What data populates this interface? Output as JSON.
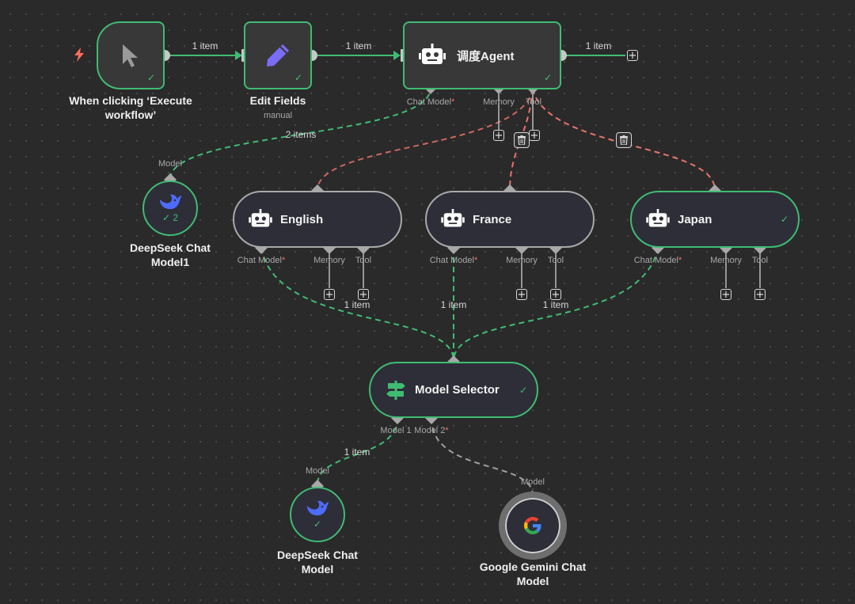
{
  "nodes": {
    "trigger": {
      "label": "When clicking ‘Execute workflow’",
      "line1": "When clicking ‘Execute",
      "line2": "workflow’",
      "icon": "cursor-arrow-icon"
    },
    "edit_fields": {
      "label": "Edit Fields",
      "subtitle": "manual",
      "icon": "pencil-icon"
    },
    "dispatch_agent": {
      "label": "调度Agent",
      "icon": "robot-icon",
      "ports": {
        "chat_model": "Chat Model",
        "memory": "Memory",
        "tool": "Tool"
      }
    },
    "deepseek1": {
      "label": "DeepSeek Chat Model1",
      "line1": "DeepSeek Chat",
      "line2": "Model1",
      "port": "Model",
      "run_count": "2",
      "icon": "deepseek-whale-icon"
    },
    "english": {
      "label": "English",
      "icon": "robot-icon",
      "ports": {
        "chat_model": "Chat Model",
        "memory": "Memory",
        "tool": "Tool"
      }
    },
    "france": {
      "label": "France",
      "icon": "robot-icon",
      "ports": {
        "chat_model": "Chat Model",
        "memory": "Memory",
        "tool": "Tool"
      }
    },
    "japan": {
      "label": "Japan",
      "icon": "robot-icon",
      "ports": {
        "chat_model": "Chat Model",
        "memory": "Memory",
        "tool": "Tool"
      }
    },
    "model_selector": {
      "label": "Model Selector",
      "icon": "signpost-icon",
      "ports": {
        "model1": "Model 1",
        "model2": "Model 2"
      }
    },
    "deepseek2": {
      "label": "DeepSeek Chat Model",
      "line1": "DeepSeek Chat",
      "line2": "Model",
      "port": "Model",
      "icon": "deepseek-whale-icon"
    },
    "gemini": {
      "label": "Google Gemini Chat Model",
      "line1": "Google Gemini Chat",
      "line2": "Model",
      "port": "Model",
      "icon": "google-g-icon"
    }
  },
  "edge_labels": {
    "trigger_to_edit": "1 item",
    "edit_to_agent": "1 item",
    "agent_output": "1 item",
    "deepseek1_to_agent": "2 items",
    "english_model": "1 item",
    "france_model": "1 item",
    "japan_model": "1 item",
    "selector_model1": "1 item"
  },
  "required_marker": "*",
  "check_mark": "✓",
  "plus_symbol": "+",
  "colors": {
    "background": "#2a2a2a",
    "success": "#3fbc73",
    "tool_connection": "#e8736a",
    "model_connection": "#3fbc73",
    "idle_connection": "#a0a0a0",
    "required": "#ff6b6b",
    "icon_purple": "#7b6cf6"
  }
}
